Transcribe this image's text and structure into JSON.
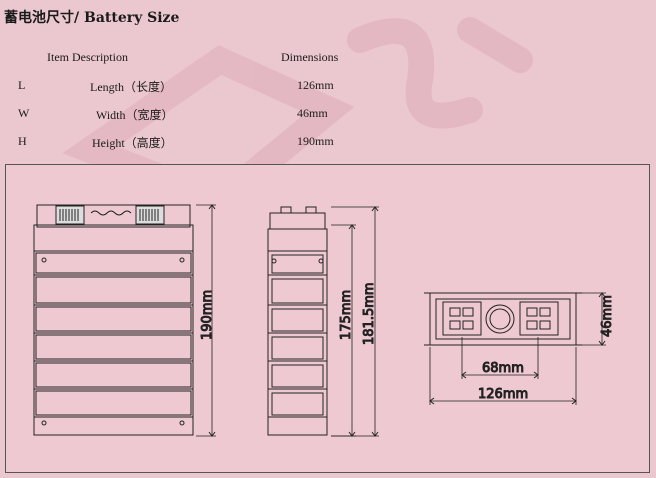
{
  "title": "蓄电池尺寸/ Battery Size",
  "table": {
    "headers": {
      "item": "Item Description",
      "dimensions": "Dimensions"
    },
    "rows": [
      {
        "abbr": "L",
        "desc": "Length（长度）",
        "value": "126mm"
      },
      {
        "abbr": "W",
        "desc": "Width（宽度）",
        "value": "46mm"
      },
      {
        "abbr": "H",
        "desc": "Height（高度）",
        "value": "190mm"
      }
    ]
  },
  "drawing": {
    "front_height": "190mm",
    "side_height_inner": "175mm",
    "side_height_outer": "181.5mm",
    "top_width_small": "46mm",
    "terminal_spacing": "68mm",
    "top_length": "126mm"
  },
  "colors": {
    "background": "#ebc8cf",
    "line": "#222222"
  }
}
